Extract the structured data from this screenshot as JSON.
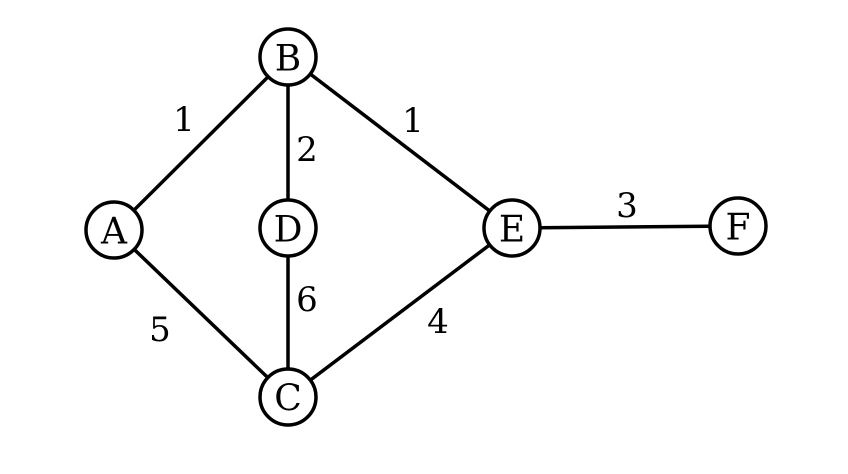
{
  "graph": {
    "nodes": [
      {
        "id": "A",
        "label": "A"
      },
      {
        "id": "B",
        "label": "B"
      },
      {
        "id": "C",
        "label": "C"
      },
      {
        "id": "D",
        "label": "D"
      },
      {
        "id": "E",
        "label": "E"
      },
      {
        "id": "F",
        "label": "F"
      }
    ],
    "edges": [
      {
        "from": "A",
        "to": "B",
        "weight": "1"
      },
      {
        "from": "B",
        "to": "D",
        "weight": "2"
      },
      {
        "from": "B",
        "to": "E",
        "weight": "1"
      },
      {
        "from": "E",
        "to": "F",
        "weight": "3"
      },
      {
        "from": "A",
        "to": "C",
        "weight": "5"
      },
      {
        "from": "D",
        "to": "C",
        "weight": "6"
      },
      {
        "from": "C",
        "to": "E",
        "weight": "4"
      }
    ]
  }
}
